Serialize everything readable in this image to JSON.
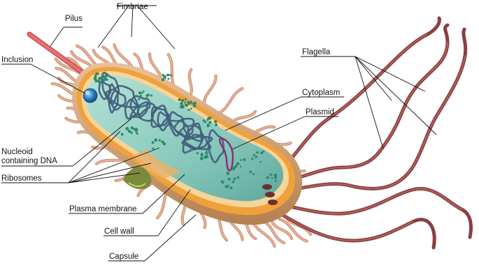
{
  "diagram": {
    "labels": {
      "fimbriae": "Fimbriae",
      "pilus": "Pilus",
      "inclusion": "Inclusion",
      "nucleoid": [
        "Nucleoid",
        "containing DNA"
      ],
      "ribosomes": "Ribosomes",
      "plasma_membrane": "Plasma membrane",
      "cell_wall": "Cell wall",
      "capsule": "Capsule",
      "cytoplasm": "Cytoplasm",
      "plasmid": "Plasmid",
      "flagella": "Flagella"
    },
    "colors": {
      "capsule": "#d9aa7e",
      "cell_wall": "#f0a13a",
      "membrane": "#f3c986",
      "cytoplasm": "#8ccbc0",
      "dna": "#2f4a66",
      "ribosome": "#2f8a6a",
      "plasmid": "#8b2a7a",
      "inclusion": "#2a7cc4",
      "pilus": "#e06060",
      "fimbriae": "#c98f72",
      "flagella": "#8a3f3f"
    }
  }
}
